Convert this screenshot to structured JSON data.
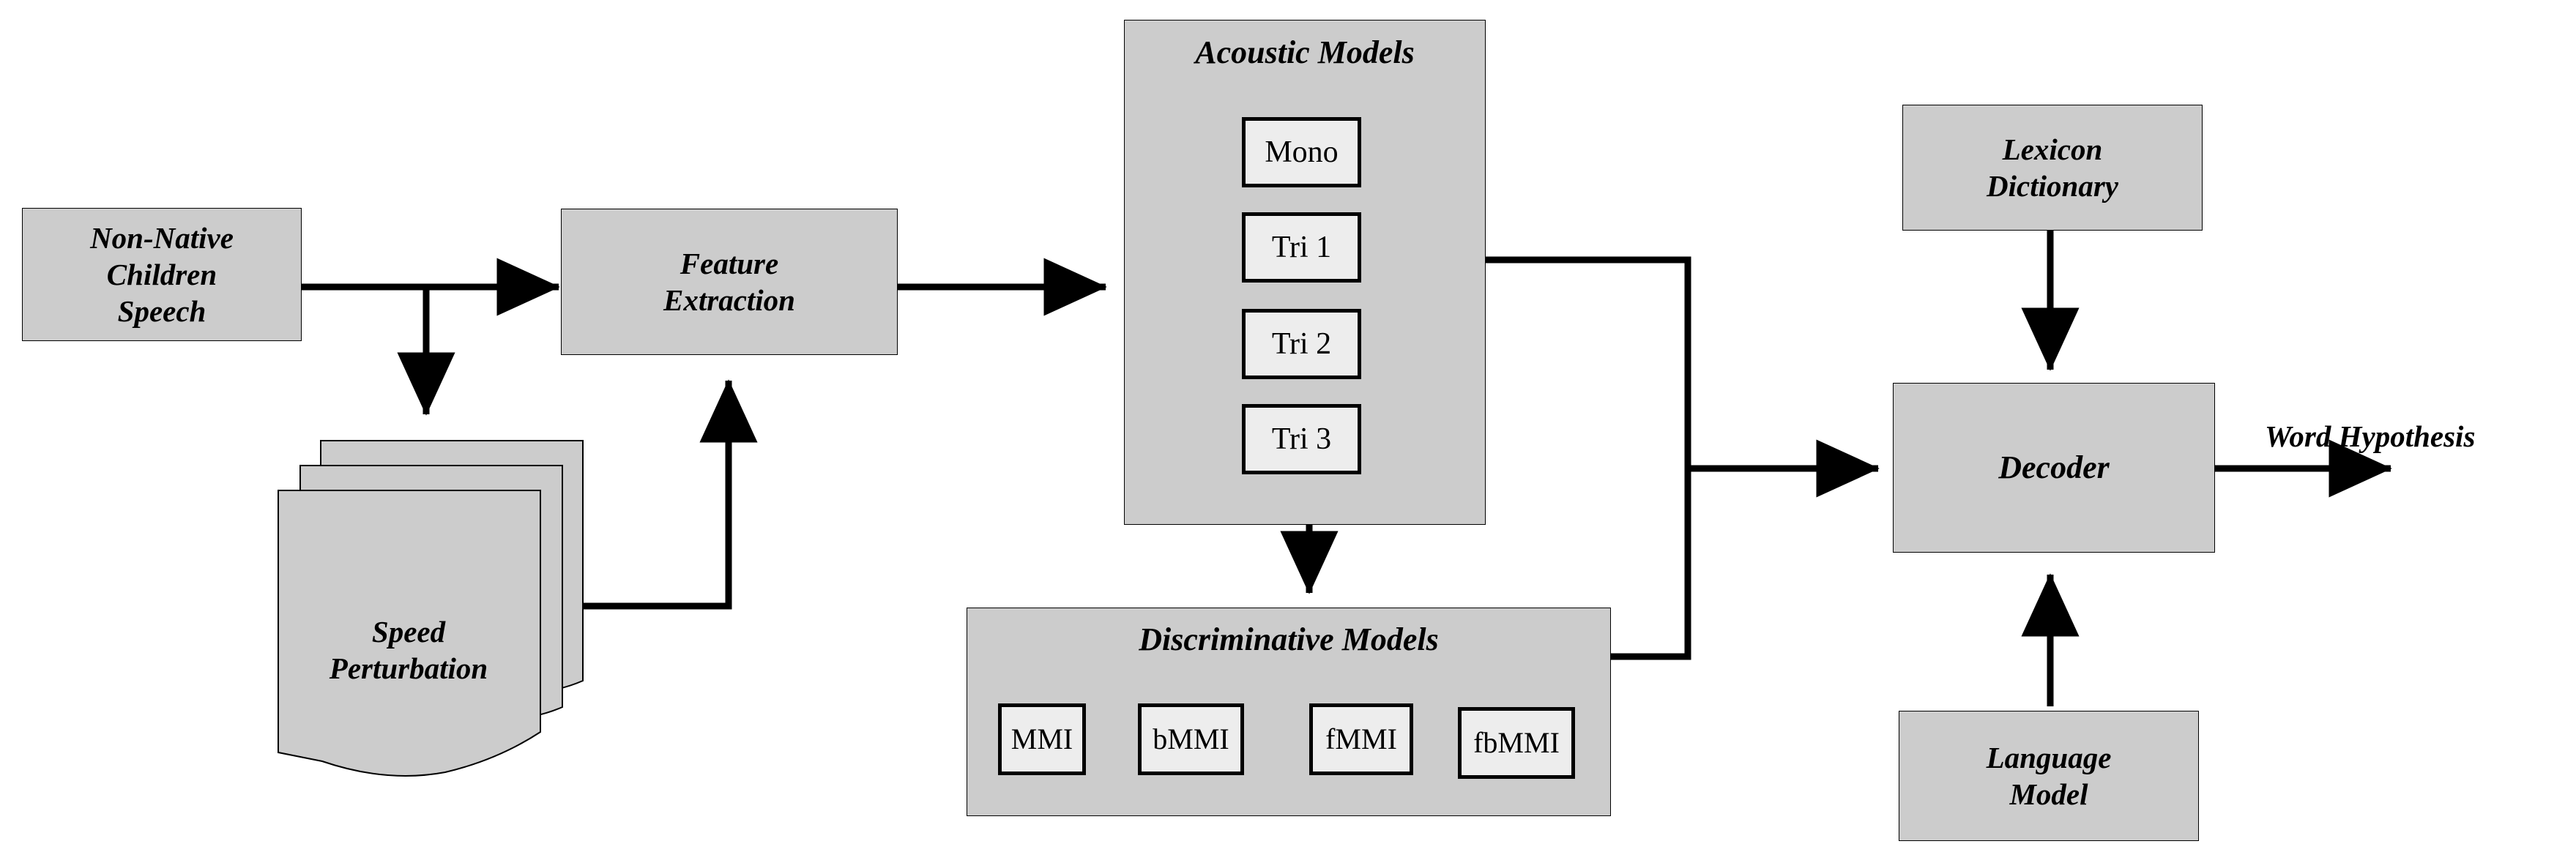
{
  "diagram": {
    "title": "Non-Native Children Speech ASR pipeline",
    "colors": {
      "box_fill": "#CCCCCC",
      "inner_box_fill": "#EDEDED",
      "stroke": "#000000",
      "background": "#FFFFFF"
    },
    "nodes": {
      "input_speech": {
        "label": "Non-Native\nChildren\nSpeech",
        "line1": "Non-Native",
        "line2": "Children",
        "line3": "Speech"
      },
      "speed_perturbation": {
        "line1": "Speed",
        "line2": "Perturbation",
        "copies": 3
      },
      "feature_extraction": {
        "line1": "Feature",
        "line2": "Extraction"
      },
      "acoustic_models": {
        "title": "Acoustic Models",
        "items": [
          {
            "label": "Mono"
          },
          {
            "label": "Tri 1"
          },
          {
            "label": "Tri 2"
          },
          {
            "label": "Tri 3"
          }
        ]
      },
      "discriminative_models": {
        "title": "Discriminative Models",
        "items": [
          {
            "label": "MMI"
          },
          {
            "label": "bMMI"
          },
          {
            "label": "fMMI"
          },
          {
            "label": "fbMMI"
          }
        ]
      },
      "lexicon_dictionary": {
        "line1": "Lexicon",
        "line2": "Dictionary"
      },
      "decoder": {
        "label": "Decoder"
      },
      "language_model": {
        "line1": "Language",
        "line2": "Model"
      },
      "output": {
        "label": "Word Hypothesis"
      }
    },
    "edges": [
      {
        "from": "input_speech",
        "to": "feature_extraction",
        "style": "arrow"
      },
      {
        "from": "input_speech",
        "to": "speed_perturbation",
        "style": "arrow"
      },
      {
        "from": "speed_perturbation",
        "to": "feature_extraction",
        "style": "arrow"
      },
      {
        "from": "feature_extraction",
        "to": "acoustic_models",
        "style": "arrow"
      },
      {
        "from": "acoustic_models",
        "to": "discriminative_models",
        "style": "arrow"
      },
      {
        "from": "acoustic_models",
        "to": "decoder",
        "style": "arrow"
      },
      {
        "from": "discriminative_models",
        "to": "decoder",
        "style": "arrow"
      },
      {
        "from": "lexicon_dictionary",
        "to": "decoder",
        "style": "arrow"
      },
      {
        "from": "language_model",
        "to": "decoder",
        "style": "arrow"
      },
      {
        "from": "decoder",
        "to": "output",
        "style": "arrow"
      }
    ]
  }
}
